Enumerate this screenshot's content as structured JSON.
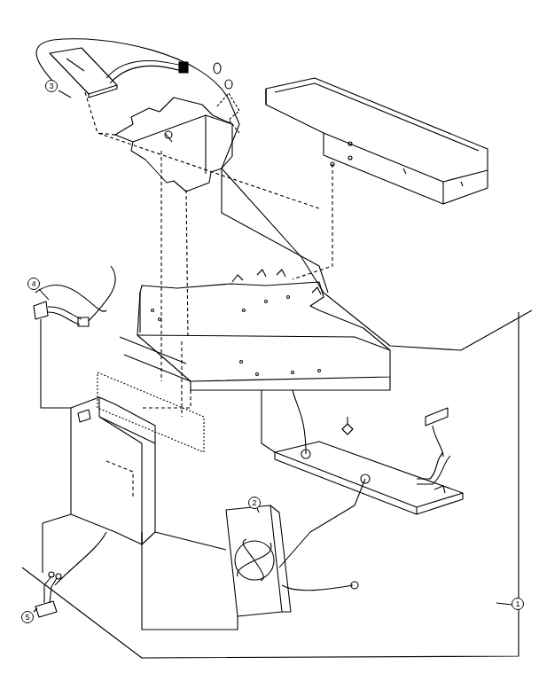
{
  "diagram": {
    "nodes": [
      {
        "text": [
          "3"
        ]
      },
      {
        "text": [
          "4"
        ]
      },
      {
        "text": [
          "2"
        ]
      },
      {
        "text": [
          "1"
        ]
      },
      {
        "text": [
          "5"
        ]
      }
    ]
  }
}
